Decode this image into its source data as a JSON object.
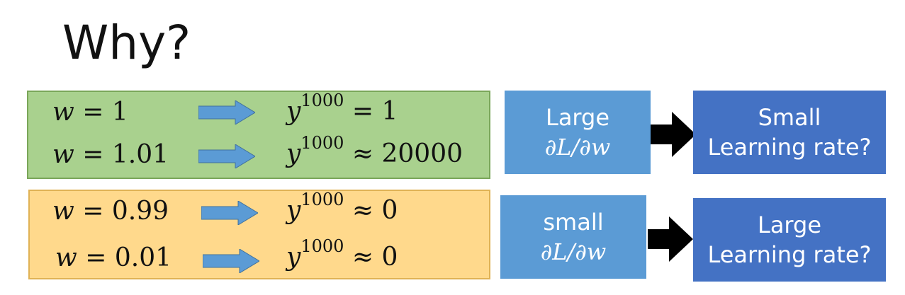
{
  "title": "Why?",
  "rows": [
    {
      "lhs": "w",
      "lhs_op": " = ",
      "lhs_val": "1",
      "rhs_var": "y",
      "rhs_exp": "1000",
      "rhs_op": " = ",
      "rhs_val": "1"
    },
    {
      "lhs": "w",
      "lhs_op": " = ",
      "lhs_val": "1.01",
      "rhs_var": "y",
      "rhs_exp": "1000",
      "rhs_op": " ≈ ",
      "rhs_val": "20000"
    },
    {
      "lhs": "w",
      "lhs_op": " = ",
      "lhs_val": "0.99",
      "rhs_var": "y",
      "rhs_exp": "1000",
      "rhs_op": " ≈ ",
      "rhs_val": "0"
    },
    {
      "lhs": "w",
      "lhs_op": " = ",
      "lhs_val": "0.01",
      "rhs_var": "y",
      "rhs_exp": "1000",
      "rhs_op": " ≈ ",
      "rhs_val": "0"
    }
  ],
  "gradient_boxes": [
    {
      "line1": "Large",
      "line2": "∂L/∂w"
    },
    {
      "line1": "small",
      "line2": "∂L/∂w"
    }
  ],
  "lr_boxes": [
    {
      "line1": "Small",
      "line2": "Learning rate?"
    },
    {
      "line1": "Large",
      "line2": "Learning rate?"
    }
  ],
  "colors": {
    "green_box": "#a9d18e",
    "orange_box": "#ffd98c",
    "arrow_blue": "#5b9bd5",
    "gradient_box": "#5b9bd5",
    "lr_box": "#4472c4"
  }
}
